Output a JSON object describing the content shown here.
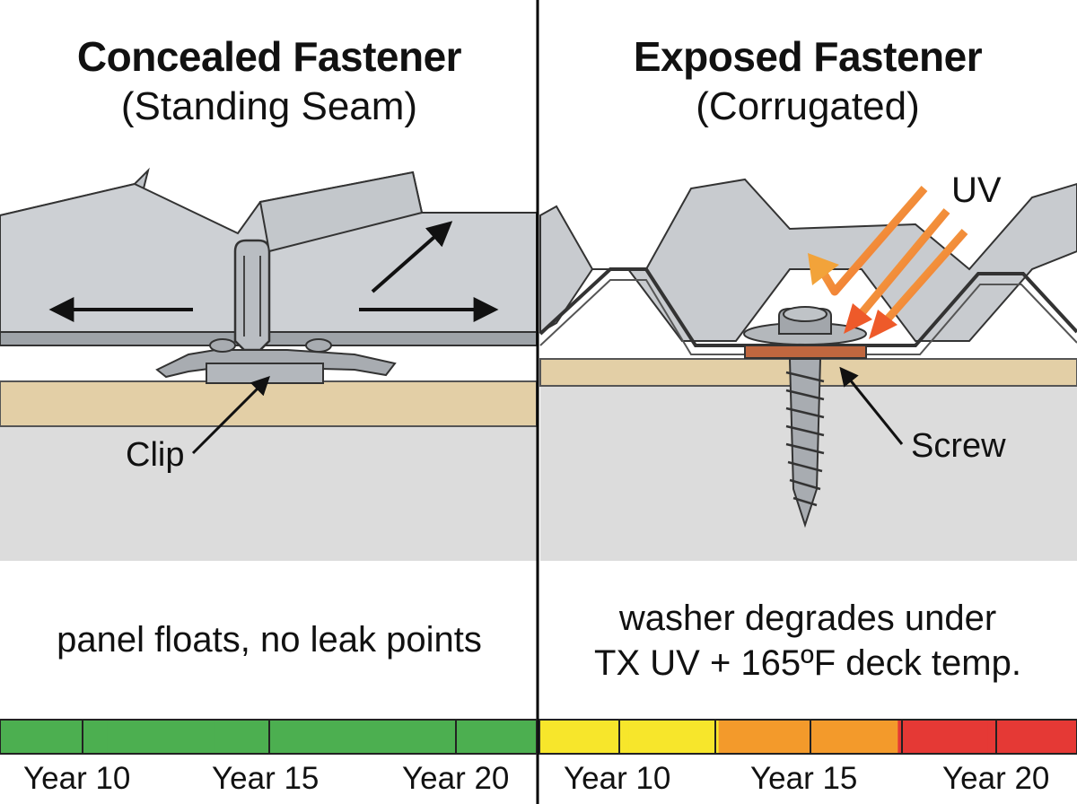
{
  "left_panel": {
    "title": "Concealed Fastener",
    "subtitle": "(Standing Seam)",
    "callout": "Clip",
    "caption": "panel floats, no leak points",
    "timeline": {
      "colors": [
        "#4caf50",
        "#4caf50",
        "#4caf50",
        "#4caf50",
        "#4caf50"
      ],
      "ticks": [
        "Year 10",
        "Year 15",
        "Year 20"
      ]
    }
  },
  "right_panel": {
    "title": "Exposed Fastener",
    "subtitle": "(Corrugated)",
    "callout": "Screw",
    "uv_label": "UV",
    "caption_line1": "washer degrades under",
    "caption_line2": "TX UV + 165ºF deck temp.",
    "timeline": {
      "colors": [
        "#f7e62b",
        "#f7e62b",
        "#f39a2b",
        "#f39a2b",
        "#e53935",
        "#e53935"
      ],
      "ticks": [
        "Year 10",
        "Year 15",
        "Year 20"
      ]
    }
  },
  "colors": {
    "metal": "#c9ccd0",
    "metal_dark": "#8e9297",
    "deck": "#e3cfa6",
    "substrate": "#dcdcdc",
    "uv_arrow": "#f28b30",
    "divider": "#000000"
  }
}
